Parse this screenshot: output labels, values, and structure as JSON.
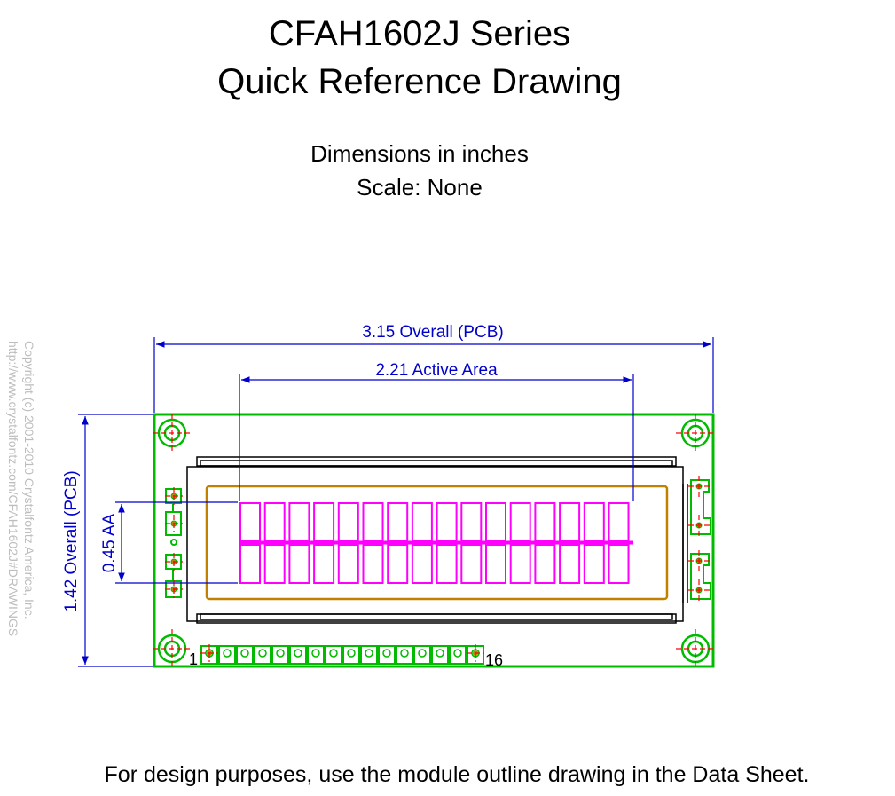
{
  "title": {
    "line1": "CFAH1602J Series",
    "line2": "Quick Reference Drawing"
  },
  "notes": {
    "units": "Dimensions in inches",
    "scale": "Scale: None"
  },
  "dimensions": {
    "overall_width": "3.15 Overall (PCB)",
    "active_width": "2.21 Active Area",
    "overall_height": "1.42 Overall (PCB)",
    "active_height": "0.45 AA"
  },
  "pins": {
    "first": "1",
    "last": "16"
  },
  "copyright": {
    "line1": "Copyright (c) 2001-2010 Crystalfontz America, Inc.",
    "line2": "http://www.crystalfontz.com/CFAH1602J#DRAWINGS"
  },
  "footer": "For design purposes, use the module outline drawing in the Data Sheet.",
  "colors": {
    "pcb": "#00bb00",
    "dimension": "#0000cc",
    "characters": "#ff00ff",
    "bezel": "#c08000",
    "centerline": "#ff0000"
  }
}
